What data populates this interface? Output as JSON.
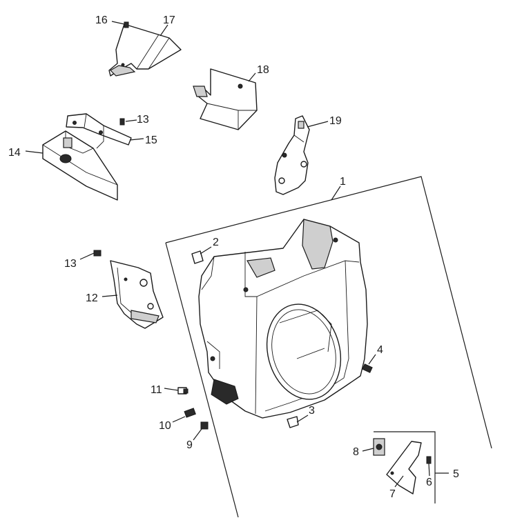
{
  "diagram": {
    "callouts": {
      "c1": "1",
      "c2": "2",
      "c3": "3",
      "c4": "4",
      "c5": "5",
      "c6": "6",
      "c7": "7",
      "c8": "8",
      "c9": "9",
      "c10": "10",
      "c11": "11",
      "c12": "12",
      "c13a": "13",
      "c13b": "13",
      "c14": "14",
      "c15": "15",
      "c16": "16",
      "c17": "17",
      "c18": "18",
      "c19": "19"
    }
  }
}
